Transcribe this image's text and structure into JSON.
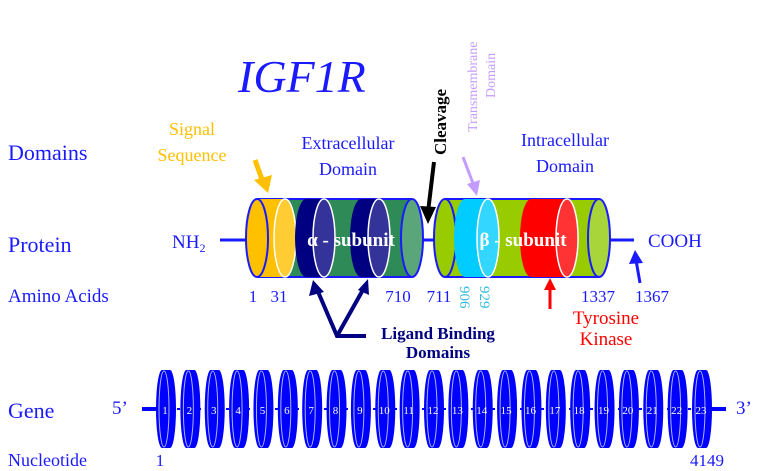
{
  "title": "IGF1R",
  "row_labels": {
    "domains": "Domains",
    "protein": "Protein",
    "amino_acids": "Amino Acids",
    "gene": "Gene",
    "nucleotide": "Nucleotide"
  },
  "domain_labels": {
    "signal_line1": "Signal",
    "signal_line2": "Sequence",
    "extra_line1": "Extracellular",
    "extra_line2": "Domain",
    "cleavage": "Cleavage",
    "tm_line1": "Transmembrane",
    "tm_line2": "Domain",
    "intra_line1": "Intracellular",
    "intra_line2": "Domain"
  },
  "protein": {
    "n_terminus": "NH",
    "n_subscript": "2",
    "c_terminus": "COOH",
    "alpha_label": "α - subunit",
    "beta_label": "β - subunit"
  },
  "amino_acid_positions": {
    "p1": "1",
    "p31": "31",
    "p710": "710",
    "p711": "711",
    "p906": "906",
    "p929": "929",
    "p1337": "1337",
    "p1367": "1367"
  },
  "annotations": {
    "ligand_line1": "Ligand Binding",
    "ligand_line2": "Domains",
    "tk_line1": "Tyrosine",
    "tk_line2": "Kinase"
  },
  "gene": {
    "five_prime": "5’",
    "three_prime": "3’",
    "exons": [
      "1",
      "2",
      "3",
      "4",
      "5",
      "6",
      "7",
      "8",
      "9",
      "10",
      "11",
      "12",
      "13",
      "14",
      "15",
      "16",
      "17",
      "18",
      "19",
      "20",
      "21",
      "22",
      "23"
    ],
    "nucleotide_start": "1",
    "nucleotide_end": "4149"
  },
  "colors": {
    "text_blue": "#1a1aff",
    "dark_navy": "#000080",
    "signal_yellow": "#ffc000",
    "alpha_green": "#2e8b57",
    "beta_green": "#99cc00",
    "tm_cyan": "#00ccff",
    "tk_red": "#ff0000",
    "tm_label": "#c49cff",
    "exon_blue": "#0000ff"
  }
}
